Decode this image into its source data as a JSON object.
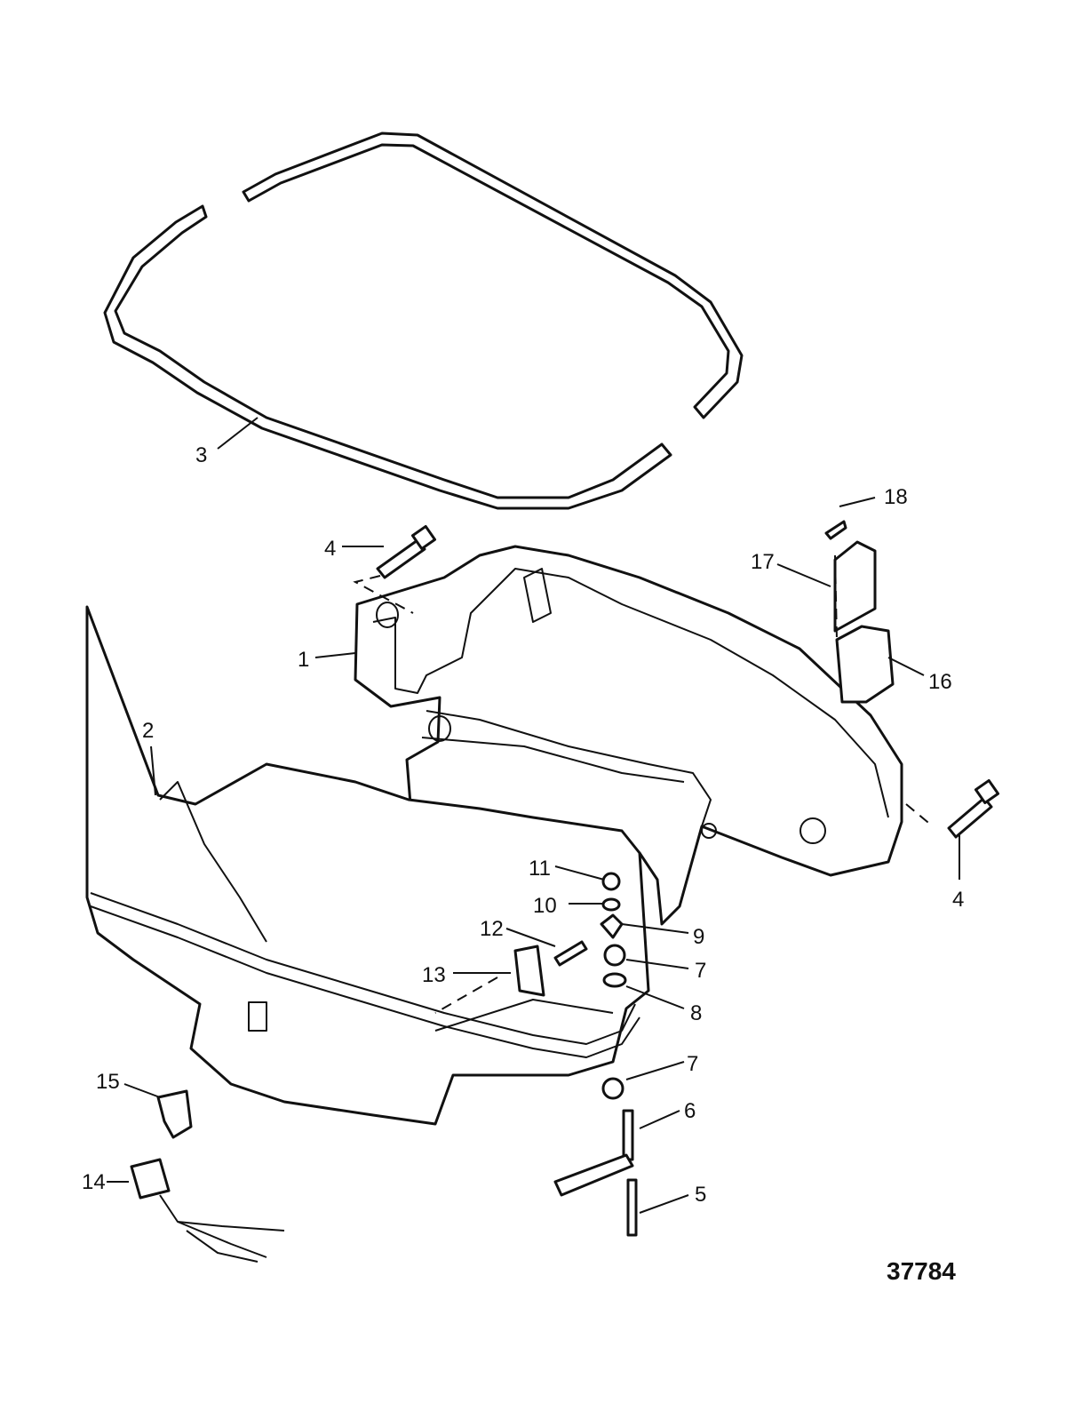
{
  "figure": {
    "number": "37784"
  },
  "callouts": [
    "1",
    "2",
    "3",
    "4",
    "4",
    "5",
    "6",
    "7",
    "7",
    "8",
    "9",
    "10",
    "11",
    "12",
    "13",
    "14",
    "15",
    "16",
    "17",
    "18"
  ]
}
